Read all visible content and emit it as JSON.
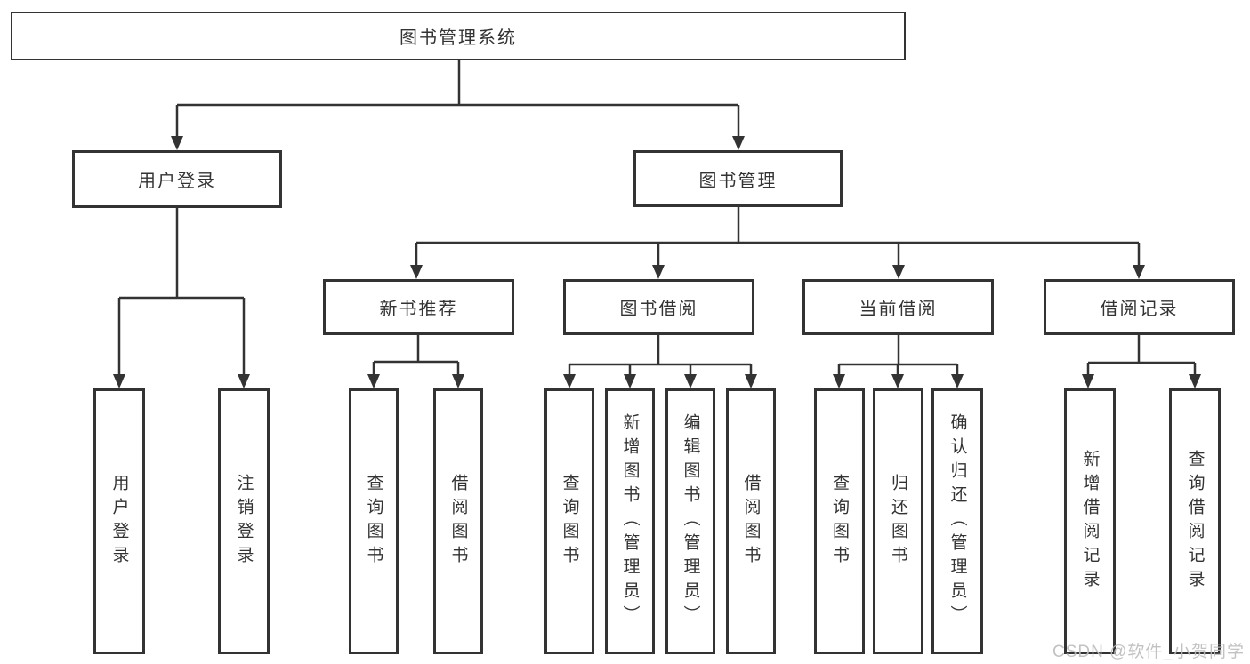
{
  "diagram": {
    "root_label": "图书管理系统",
    "branches": {
      "user_login": {
        "label": "用户登录",
        "leaves": [
          "用户登录",
          "注销登录"
        ]
      },
      "book_mgmt": {
        "label": "图书管理"
      },
      "new_book_recommend": {
        "label": "新书推荐",
        "leaves": [
          "查询图书",
          "借阅图书"
        ]
      },
      "book_borrow": {
        "label": "图书借阅",
        "leaves": [
          "查询图书",
          "新增图书（管理员）",
          "编辑图书（管理员）",
          "借阅图书"
        ]
      },
      "current_borrow": {
        "label": "当前借阅",
        "leaves": [
          "查询图书",
          "归还图书",
          "确认归还（管理员）"
        ]
      },
      "borrow_records": {
        "label": "借阅记录",
        "leaves": [
          "新增借阅记录",
          "查询借阅记录"
        ]
      }
    },
    "watermark": "CSDN @软件_小贺同学",
    "colors": {
      "line": "#333333",
      "text": "#333333",
      "box_background": "#ffffff",
      "page_background": "#ffffff",
      "watermark": "#bbbbbb"
    }
  }
}
